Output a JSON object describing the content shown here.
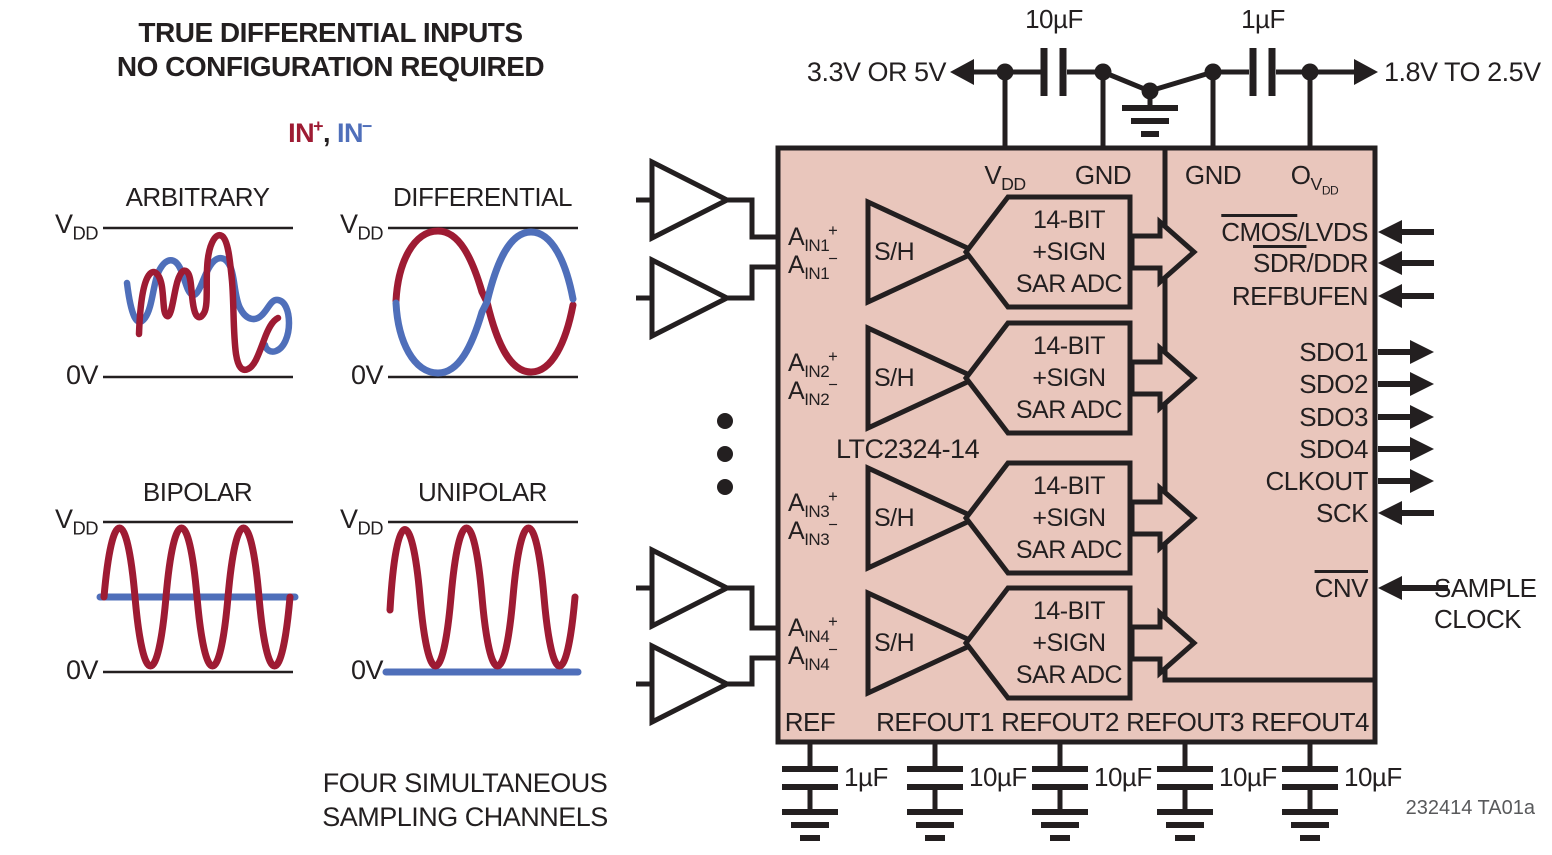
{
  "colors": {
    "accent_red": "#9E1B33",
    "accent_blue": "#4F6FBA",
    "chip_fill": "#E9C6BC",
    "line_black": "#231F20",
    "note_gray": "#58595B"
  },
  "left": {
    "title_line1": "TRUE DIFFERENTIAL INPUTS",
    "title_line2": "NO CONFIGURATION REQUIRED",
    "legend": {
      "in_plus_base": "IN",
      "in_plus_sign": "+",
      "separator": ", ",
      "in_minus_base": "IN",
      "in_minus_sign": "−"
    },
    "panels": [
      {
        "title": "ARBITRARY",
        "v_base": "V",
        "v_sub": "DD",
        "zero": "0V"
      },
      {
        "title": "DIFFERENTIAL",
        "v_base": "V",
        "v_sub": "DD",
        "zero": "0V"
      },
      {
        "title": "BIPOLAR",
        "v_base": "V",
        "v_sub": "DD",
        "zero": "0V"
      },
      {
        "title": "UNIPOLAR",
        "v_base": "V",
        "v_sub": "DD",
        "zero": "0V"
      }
    ],
    "caption_line1": "FOUR SIMULTANEOUS",
    "caption_line2": "SAMPLING CHANNELS"
  },
  "top_circuit": {
    "left_rail": "3.3V OR 5V",
    "cap1": "10µF",
    "cap2": "1µF",
    "right_rail": "1.8V TO 2.5V"
  },
  "chip": {
    "part_number": "LTC2324-14",
    "top_pins": {
      "vdd_base": "V",
      "vdd_sub": "DD",
      "gnd1": "GND",
      "gnd2": "GND",
      "ovdd_base": "O",
      "ovdd_sub": "V",
      "ovdd_subsub": "DD"
    },
    "channels": [
      {
        "base": "A",
        "sub": "IN1",
        "plus": "+",
        "minus": "−",
        "sh": "S/H",
        "adc1": "14-BIT",
        "adc2": "+SIGN",
        "adc3": "SAR ADC"
      },
      {
        "base": "A",
        "sub": "IN2",
        "plus": "+",
        "minus": "−",
        "sh": "S/H",
        "adc1": "14-BIT",
        "adc2": "+SIGN",
        "adc3": "SAR ADC"
      },
      {
        "base": "A",
        "sub": "IN3",
        "plus": "+",
        "minus": "−",
        "sh": "S/H",
        "adc1": "14-BIT",
        "adc2": "+SIGN",
        "adc3": "SAR ADC"
      },
      {
        "base": "A",
        "sub": "IN4",
        "plus": "+",
        "minus": "−",
        "sh": "S/H",
        "adc1": "14-BIT",
        "adc2": "+SIGN",
        "adc3": "SAR ADC"
      }
    ],
    "right_pins": [
      {
        "over": "CMOS",
        "rest": "/LVDS"
      },
      {
        "over": "SDR",
        "rest": "/DDR"
      },
      {
        "over": "",
        "rest": "REFBUFEN"
      },
      {
        "over": "",
        "rest": "SDO1"
      },
      {
        "over": "",
        "rest": "SDO2"
      },
      {
        "over": "",
        "rest": "SDO3"
      },
      {
        "over": "",
        "rest": "SDO4"
      },
      {
        "over": "",
        "rest": "CLKOUT"
      },
      {
        "over": "",
        "rest": "SCK"
      },
      {
        "over": "CNV",
        "rest": ""
      }
    ],
    "bottom_pins": [
      "REF",
      "REFOUT1",
      "REFOUT2",
      "REFOUT3",
      "REFOUT4"
    ],
    "bottom_caps": [
      "1µF",
      "10µF",
      "10µF",
      "10µF",
      "10µF"
    ]
  },
  "annotations": {
    "sample_clock_line1": "SAMPLE",
    "sample_clock_line2": "CLOCK",
    "figure_note": "232414 TA01a"
  }
}
